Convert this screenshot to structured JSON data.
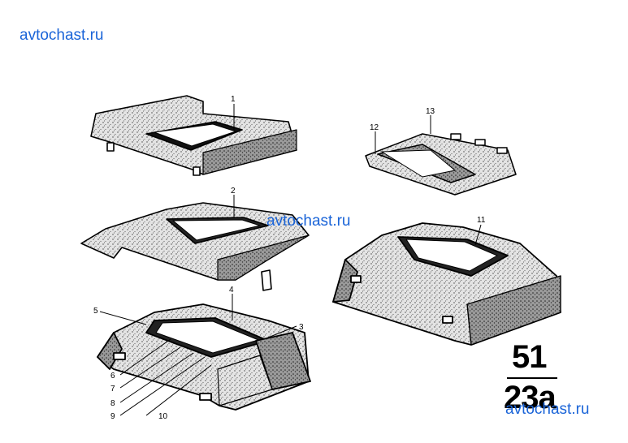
{
  "watermarks": [
    "avtochast.ru",
    "avtochast.ru",
    "avtochast.ru"
  ],
  "section": {
    "group": "51",
    "sub": "23a"
  },
  "callouts": [
    "1",
    "2",
    "3",
    "4",
    "5",
    "6",
    "7",
    "8",
    "9",
    "10",
    "11",
    "12",
    "13"
  ],
  "colors": {
    "watermark": "#1a64d8",
    "ink": "#000000",
    "part_fill": "#cfcfcf"
  }
}
